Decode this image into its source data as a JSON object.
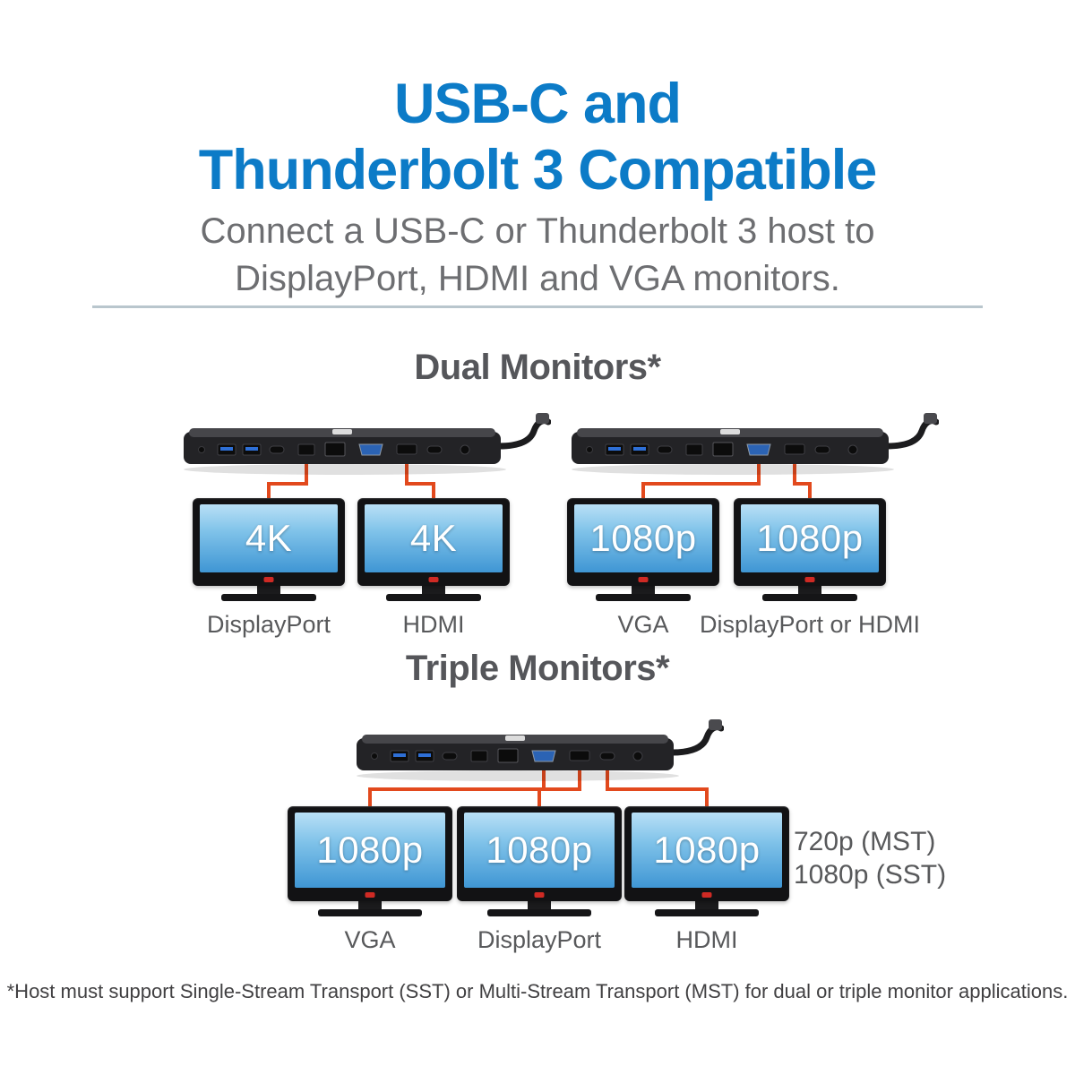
{
  "header": {
    "title_line1": "USB-C and",
    "title_line2": "Thunderbolt 3 Compatible",
    "subtitle_line1": "Connect a USB-C or Thunderbolt 3 host to",
    "subtitle_line2": "DisplayPort, HDMI and VGA monitors."
  },
  "dual_section": {
    "heading": "Dual Monitors*",
    "monitors": [
      {
        "screen": "4K",
        "label": "DisplayPort"
      },
      {
        "screen": "4K",
        "label": "HDMI"
      },
      {
        "screen": "1080p",
        "label": "VGA"
      },
      {
        "screen": "1080p",
        "label": "DisplayPort or HDMI"
      }
    ]
  },
  "triple_section": {
    "heading": "Triple Monitors*",
    "monitors": [
      {
        "screen": "1080p",
        "label": "VGA"
      },
      {
        "screen": "1080p",
        "label": "DisplayPort"
      },
      {
        "screen": "1080p",
        "label": "HDMI"
      }
    ],
    "note_line1": "720p (MST)",
    "note_line2": "1080p (SST)"
  },
  "footnote": "*Host must support Single-Stream Transport (SST) or Multi-Stream Transport (MST) for dual or triple monitor applications.",
  "colors": {
    "title_blue": "#0c7bc7",
    "connector_orange": "#e2491d",
    "heading_gray": "#55565a",
    "label_gray": "#58595b",
    "screen_blue_top": "#b9e0f6",
    "screen_blue_bottom": "#3f96d4"
  }
}
